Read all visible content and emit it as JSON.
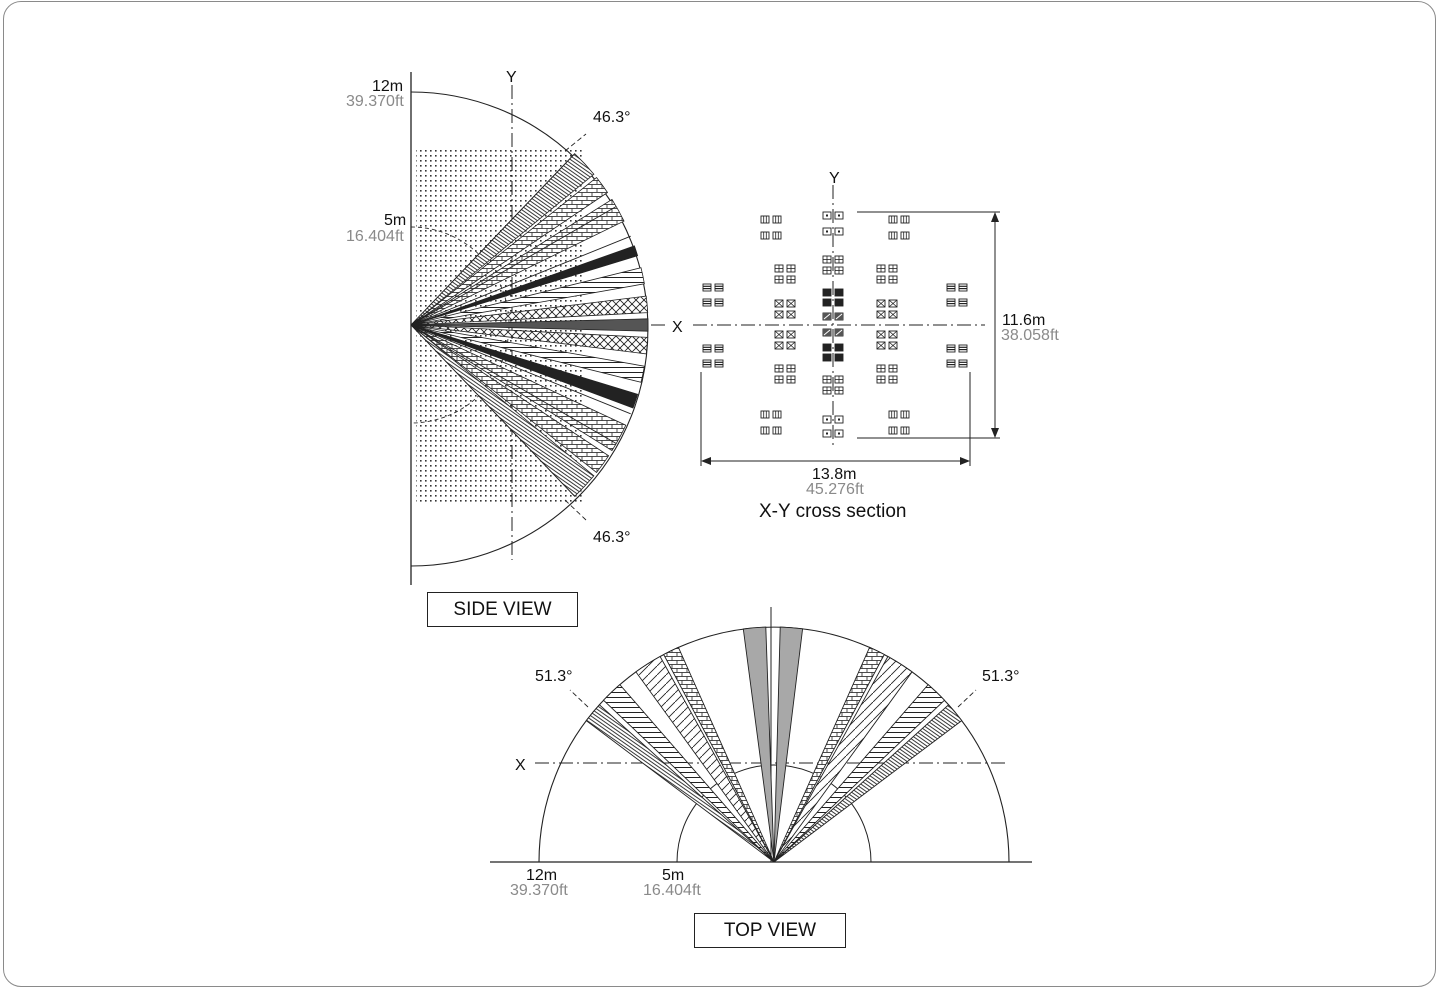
{
  "side_view": {
    "y_axis": "Y",
    "x_axis": "X",
    "range_far_m": "12m",
    "range_far_ft": "39.370ft",
    "range_near_m": "5m",
    "range_near_ft": "16.404ft",
    "angle_top": "46.3°",
    "angle_bottom": "46.3°",
    "title": "SIDE VIEW"
  },
  "cross_section": {
    "y_axis": "Y",
    "height_m": "11.6m",
    "height_ft": "38.058ft",
    "width_m": "13.8m",
    "width_ft": "45.276ft",
    "caption": "X-Y cross section"
  },
  "top_view": {
    "x_axis": "X",
    "angle_left": "51.3°",
    "angle_right": "51.3°",
    "range_far_m": "12m",
    "range_far_ft": "39.370ft",
    "range_near_m": "5m",
    "range_near_ft": "16.404ft",
    "title": "TOP VIEW"
  }
}
